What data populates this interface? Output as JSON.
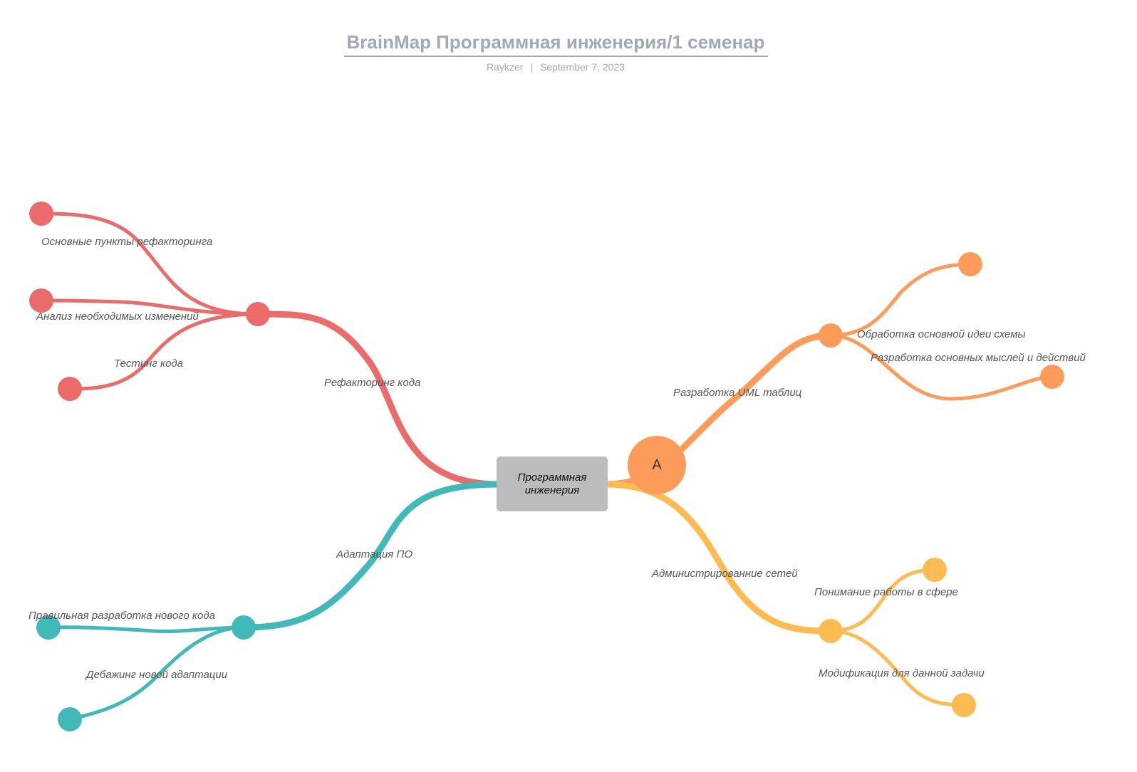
{
  "header": {
    "title": "BrainMap Программная инженерия/1 семенар",
    "author": "Raykzer",
    "separator": "|",
    "date": "September 7, 2023"
  },
  "root": {
    "label": "Программная инженерия"
  },
  "marker": {
    "label": "A",
    "color": "#fd9c5a"
  },
  "colors": {
    "red": "#eb6b6b",
    "teal": "#42b9b9",
    "orange": "#fd9c5a",
    "yellow": "#fdbb52",
    "root_fill": "#bcbcbe",
    "label_text": "#555555",
    "header_text": "#a3a9b3"
  },
  "branches": [
    {
      "id": "refactoring",
      "label": "Рефакторинг кода",
      "color": "#eb6b6b",
      "children": [
        "Основные пункты рефакторинга",
        "Анализ необходимых изменений",
        "Тестинг кода"
      ]
    },
    {
      "id": "adaptation",
      "label": "Адаптация ПО",
      "color": "#42b9b9",
      "children": [
        "Правильная разработка нового кода",
        "Дебажинг новой адаптации"
      ]
    },
    {
      "id": "uml",
      "label": "Разработка UML таблиц",
      "color": "#fd9c5a",
      "children": [
        "Обработка основной идеи схемы",
        "Разработка основных мыслей и действий"
      ]
    },
    {
      "id": "network",
      "label": "Администрированние сетей",
      "color": "#fdbb52",
      "children": [
        "Понимание работы в сфере",
        "Модификация для данной задачи"
      ]
    }
  ]
}
